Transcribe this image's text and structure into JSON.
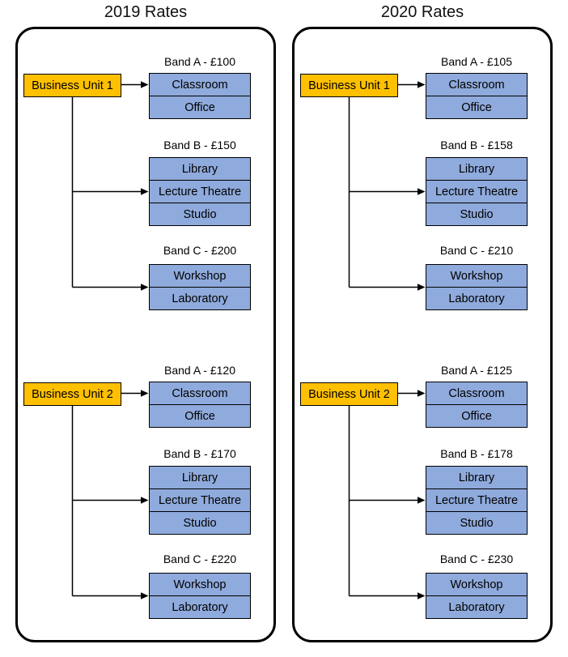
{
  "colors": {
    "unit_box_fill": "#FFC000",
    "room_box_fill": "#8FAADC",
    "line_and_border": "#000000",
    "background": "#FFFFFF"
  },
  "panels": [
    {
      "title": "2019 Rates",
      "units": [
        {
          "label": "Business Unit 1",
          "bands": [
            {
              "label": "Band A - £100",
              "rooms": [
                "Classroom",
                "Office"
              ]
            },
            {
              "label": "Band B - £150",
              "rooms": [
                "Library",
                "Lecture Theatre",
                "Studio"
              ]
            },
            {
              "label": "Band C - £200",
              "rooms": [
                "Workshop",
                "Laboratory"
              ]
            }
          ]
        },
        {
          "label": "Business Unit 2",
          "bands": [
            {
              "label": "Band A - £120",
              "rooms": [
                "Classroom",
                "Office"
              ]
            },
            {
              "label": "Band B - £170",
              "rooms": [
                "Library",
                "Lecture Theatre",
                "Studio"
              ]
            },
            {
              "label": "Band C - £220",
              "rooms": [
                "Workshop",
                "Laboratory"
              ]
            }
          ]
        }
      ]
    },
    {
      "title": "2020 Rates",
      "units": [
        {
          "label": "Business Unit 1",
          "bands": [
            {
              "label": "Band A - £105",
              "rooms": [
                "Classroom",
                "Office"
              ]
            },
            {
              "label": "Band B - £158",
              "rooms": [
                "Library",
                "Lecture Theatre",
                "Studio"
              ]
            },
            {
              "label": "Band C - £210",
              "rooms": [
                "Workshop",
                "Laboratory"
              ]
            }
          ]
        },
        {
          "label": "Business Unit 2",
          "bands": [
            {
              "label": "Band A - £125",
              "rooms": [
                "Classroom",
                "Office"
              ]
            },
            {
              "label": "Band B - £178",
              "rooms": [
                "Library",
                "Lecture Theatre",
                "Studio"
              ]
            },
            {
              "label": "Band C - £230",
              "rooms": [
                "Workshop",
                "Laboratory"
              ]
            }
          ]
        }
      ]
    }
  ]
}
